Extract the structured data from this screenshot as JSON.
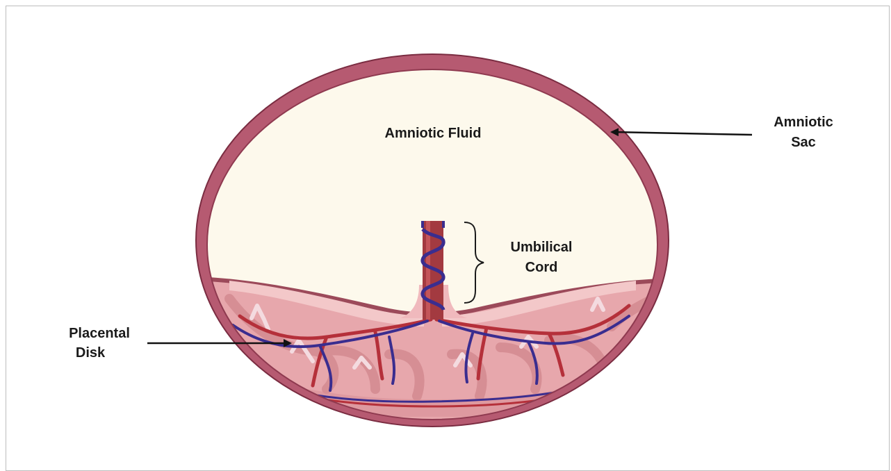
{
  "labels": {
    "amniotic_fluid": "Amniotic Fluid",
    "amniotic_sac": [
      "Amniotic",
      "Sac"
    ],
    "umbilical_cord": [
      "Umbilical",
      "Cord"
    ],
    "placental_disk": [
      "Placental",
      "Disk"
    ]
  },
  "colors": {
    "sac_wall": "#b65a71",
    "sac_outline": "#7a2c41",
    "fluid": "#fdf9ec",
    "placenta_base": "#e7a7ac",
    "placenta_dark": "#c97a82",
    "decidua": "#9c4a5a",
    "artery": "#b5303a",
    "vein": "#3a2d8f",
    "villi": "#f4dbe0",
    "text": "#1a1a1a",
    "arrow": "#111111"
  },
  "icons": [
    "arrow-icon",
    "curly-brace-icon"
  ]
}
